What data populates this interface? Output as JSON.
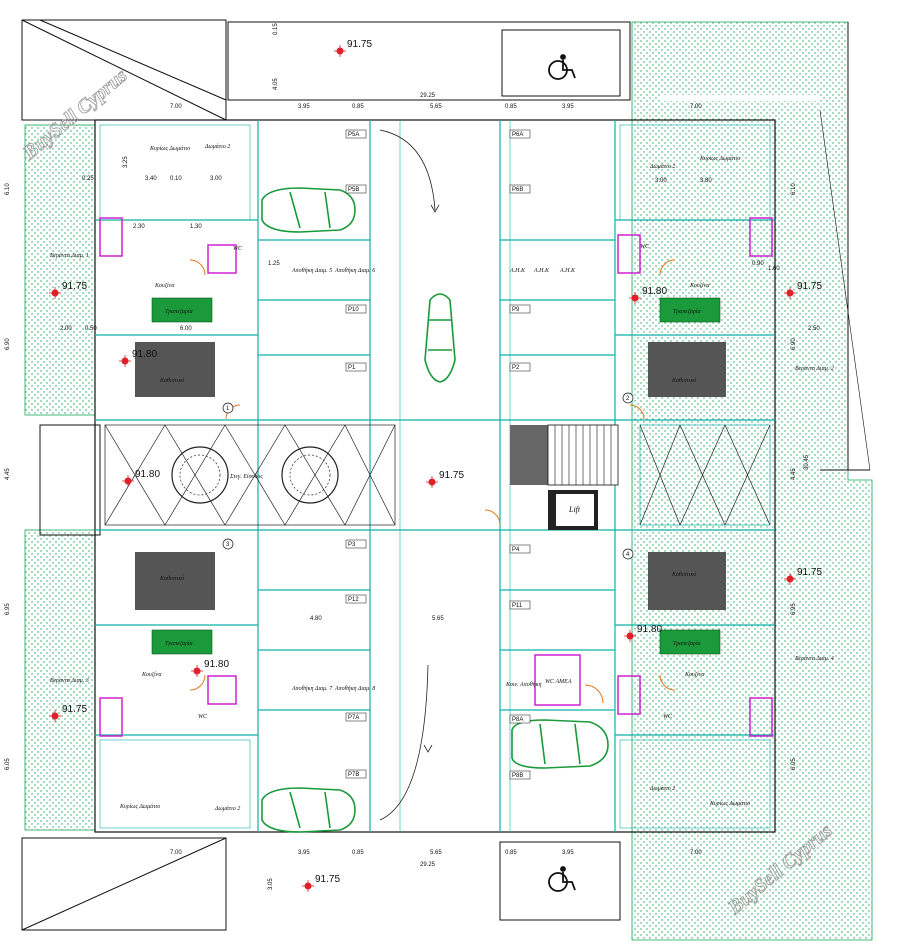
{
  "watermark": "BuySell Cyprus",
  "levels": {
    "top": "91.75",
    "bottom": "91.75",
    "center": "91.75",
    "left_garden_top": "91.75",
    "right_garden_top": "91.75",
    "left_garden_bottom": "91.75",
    "right_garden_bottom": "91.75",
    "flat1": "91.80",
    "flat2": "91.80",
    "flat3": "91.80",
    "flat4": "91.80",
    "corridor": "91.80"
  },
  "dims": {
    "top": [
      "7.00",
      "3.95",
      "0.85",
      "5.65",
      "0.85",
      "3.95",
      "7.00"
    ],
    "top_total": "29.25",
    "bottom": [
      "7.00",
      "3.95",
      "0.85",
      "5.65",
      "0.85",
      "3.95",
      "7.00"
    ],
    "bottom_total": "29.25",
    "left_side": [
      "6.10",
      "6.90",
      "4.45",
      "6.95",
      "6.05"
    ],
    "right_side": [
      "6.10",
      "6.90",
      "30.45",
      "4.45",
      "6.95",
      "6.05"
    ],
    "misc": [
      "4.05",
      "0.15",
      "3.25",
      "0.25",
      "3.40",
      "0.10",
      "3.00",
      "2.30",
      "1.30",
      "0.50",
      "2.00",
      "6.00",
      "1.25",
      "4.80",
      "5.65",
      "2.50",
      "1.60",
      "3.05",
      "0.90",
      "3.00",
      "3.80"
    ]
  },
  "rooms": {
    "bedroom": "Κυρίως Δωμάτιο",
    "bedroom2": "Δωμάτιο 2",
    "wc": "WC",
    "kitchen": "Κουζίνα",
    "dining": "Τραπεζαρία",
    "living": "Καθιστικό",
    "corridor": "Στεγ. Είσοδος",
    "lift": "Lift",
    "wc_amea": "WC ΑΜΕΑ",
    "common_storage": "Κοιν. Αποθήκη",
    "meter": "Α.Η.Κ",
    "veranda1": "Βεράντα Διαμ. 1",
    "veranda2": "Βεράντα Διαμ. 2",
    "veranda3": "Βεράντα Διαμ. 3",
    "veranda4": "Βεράντα Διαμ. 4",
    "storage5": "Αποθήκη Διαμ. 5",
    "storage6": "Αποθήκη Διαμ. 6",
    "storage7": "Αποθήκη Διαμ. 7",
    "storage8": "Αποθήκη Διαμ. 8"
  },
  "parking": {
    "left": [
      "P5A",
      "P5B",
      "P10",
      "P1",
      "P3",
      "P12",
      "P7A",
      "P7B"
    ],
    "right": [
      "P6A",
      "P6B",
      "P9",
      "P2",
      "P4",
      "P11",
      "P8A",
      "P8B"
    ]
  },
  "flat_numbers": [
    "1",
    "2",
    "3",
    "4"
  ],
  "colors": {
    "structure": "#12b0a8",
    "garden": "#1aa85a",
    "fixture": "#d020d0",
    "furniture": "#1a9a3a",
    "level_marker": "#e0202a"
  }
}
